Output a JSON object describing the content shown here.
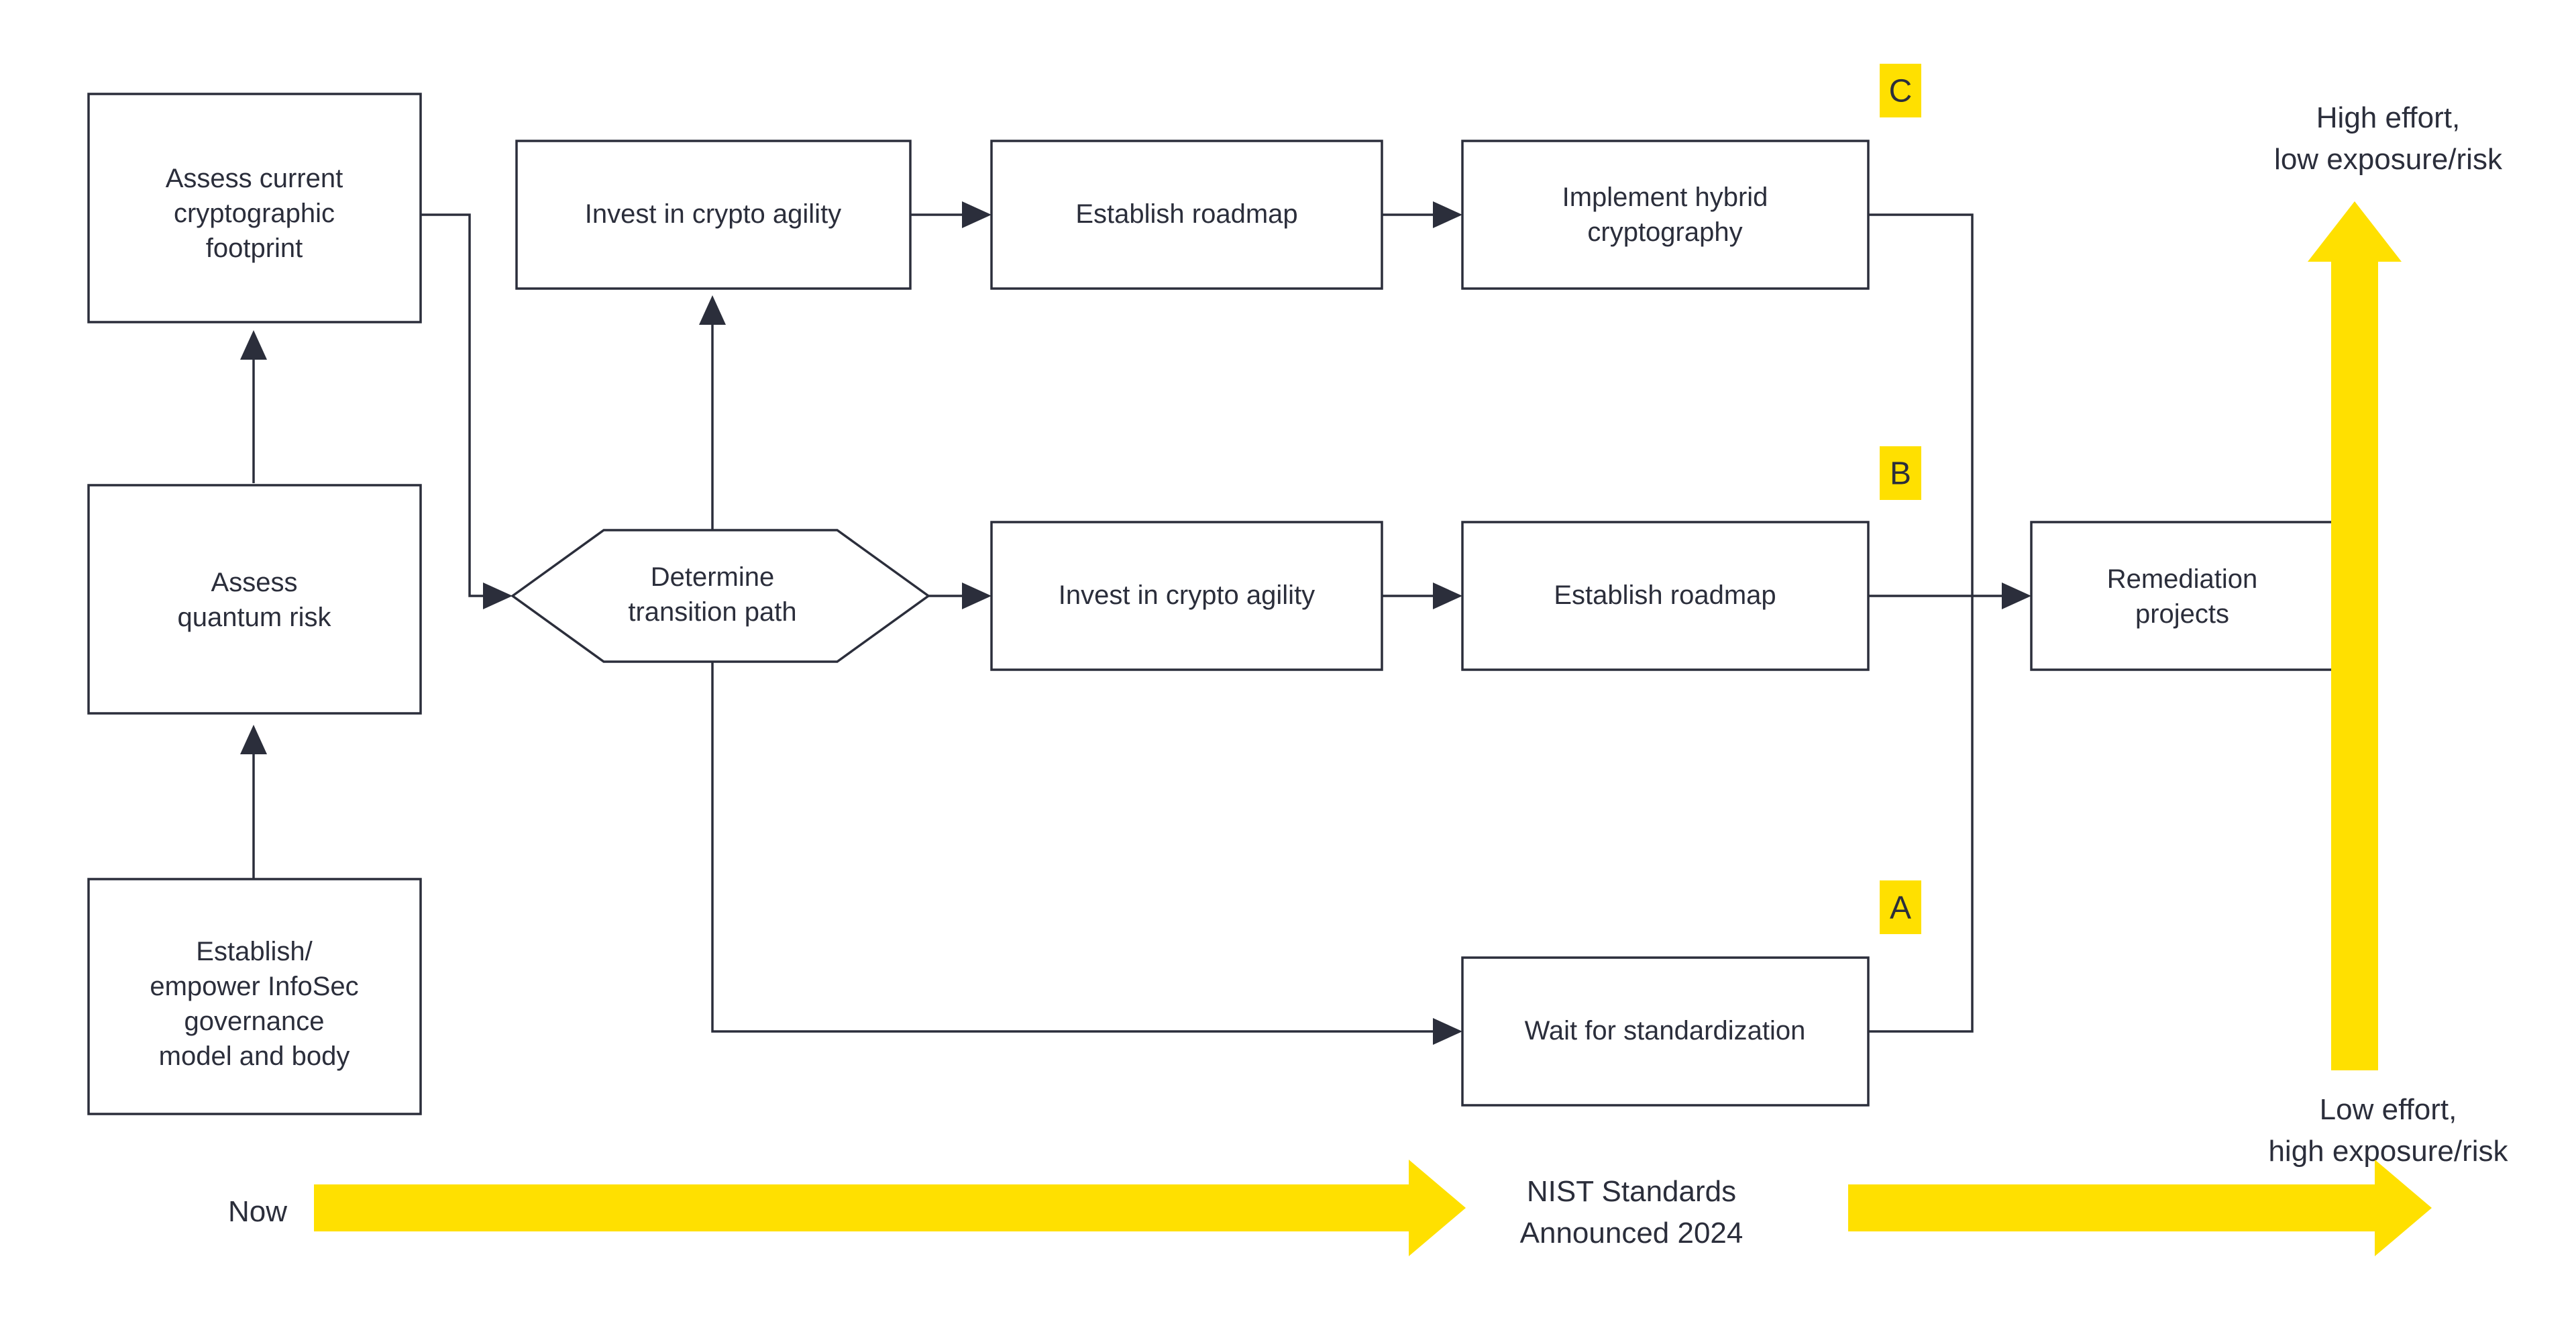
{
  "diagram": {
    "title": "Post-quantum cryptography transition flow",
    "accent_color": "#ffe000",
    "line_color": "#2b2e3b",
    "background": "#ffffff"
  },
  "nodes": {
    "assess_footprint": "Assess current\ncryptographic\nfootprint",
    "assess_quantum_risk": "Assess\nquantum risk",
    "governance": "Establish/\nempower InfoSec\ngovernance\nmodel and body",
    "determine_path": "Determine\ntransition path",
    "invest_agility_c": "Invest in crypto agility",
    "roadmap_c": "Establish roadmap",
    "hybrid_crypto": "Implement hybrid\ncryptography",
    "invest_agility_b": "Invest in crypto agility",
    "roadmap_b": "Establish roadmap",
    "wait_standardization": "Wait for standardization",
    "remediation": "Remediation\nprojects"
  },
  "badges": {
    "a": "A",
    "b": "B",
    "c": "C"
  },
  "axis": {
    "top_line1": "High effort,",
    "top_line2": "low exposure/risk",
    "bottom_line1": "Low effort,",
    "bottom_line2": "high exposure/risk"
  },
  "timeline": {
    "now": "Now",
    "nist_line1": "NIST Standards",
    "nist_line2": "Announced 2024"
  }
}
